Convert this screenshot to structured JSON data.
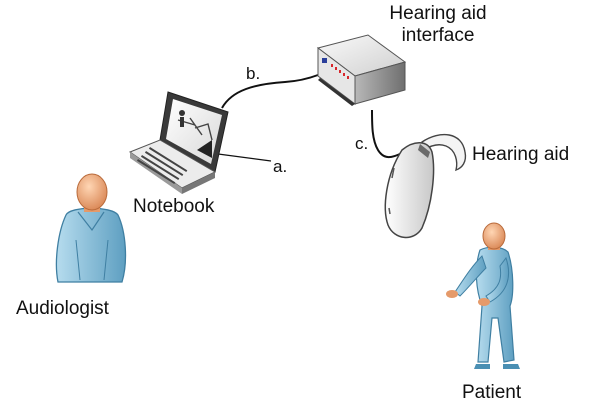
{
  "labels": {
    "hearing_aid_interface_line1": "Hearing aid",
    "hearing_aid_interface_line2": "interface",
    "notebook": "Notebook",
    "hearing_aid": "Hearing aid",
    "audiologist": "Audiologist",
    "patient": "Patient",
    "connector_a": "a.",
    "connector_b": "b.",
    "connector_c": "c."
  },
  "colors": {
    "skin": "#f2a878",
    "skin_dark": "#c9723f",
    "clothing": "#8cc3dd",
    "clothing_dark": "#4a8fb3",
    "device_body": "#f0f0f0",
    "device_shadow": "#9a9a9a",
    "cable": "#111111",
    "indicator_red": "#d7262b",
    "indicator_blue": "#2a3e9a"
  }
}
